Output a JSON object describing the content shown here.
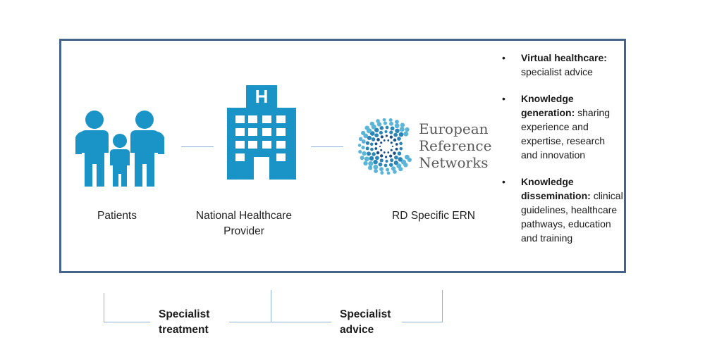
{
  "colors": {
    "frame": "#44648a",
    "icon": "#1a93c6",
    "connector": "#8fb3d6",
    "logo_dark": "#1b4f88",
    "logo_mid": "#2a86b8",
    "logo_light": "#5bb5d8",
    "logo_text": "#5a5a5a"
  },
  "icons": {
    "patients": "family-icon",
    "provider": "hospital-building-icon",
    "ern": "ern-dot-circle-logo"
  },
  "nodes": {
    "patients": "Patients",
    "provider_line1": "National Healthcare",
    "provider_line2": "Provider",
    "ern": "RD Specific ERN"
  },
  "logo": {
    "line1": "European",
    "line2": "Reference",
    "line3": "Networks"
  },
  "hospital_sign": "H",
  "bullets": [
    {
      "bold": "Virtual healthcare:",
      "text": "specialist advice"
    },
    {
      "bold": "Knowledge generation:",
      "text": "sharing experience and expertise, research and innovation"
    },
    {
      "bold": "Knowledge dissemination:",
      "text": "clinical guidelines, healthcare pathways, education and training"
    }
  ],
  "brackets": {
    "treatment_line1": "Specialist",
    "treatment_line2": "treatment",
    "advice_line1": "Specialist",
    "advice_line2": "advice"
  }
}
